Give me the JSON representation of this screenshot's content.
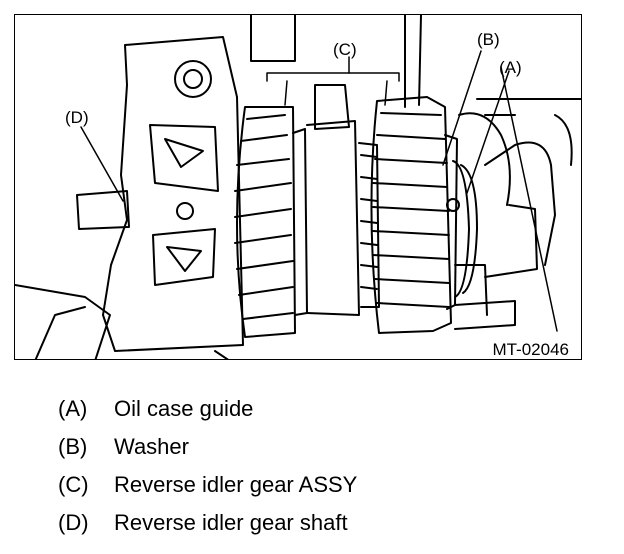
{
  "figure": {
    "callouts": {
      "a": "(A)",
      "b": "(B)",
      "c": "(C)",
      "d": "(D)"
    },
    "figure_code": "MT-02046"
  },
  "legend": {
    "items": [
      {
        "letter": "(A)",
        "text": "Oil case guide"
      },
      {
        "letter": "(B)",
        "text": "Washer"
      },
      {
        "letter": "(C)",
        "text": "Reverse idler gear ASSY"
      },
      {
        "letter": "(D)",
        "text": "Reverse idler gear shaft"
      }
    ]
  }
}
